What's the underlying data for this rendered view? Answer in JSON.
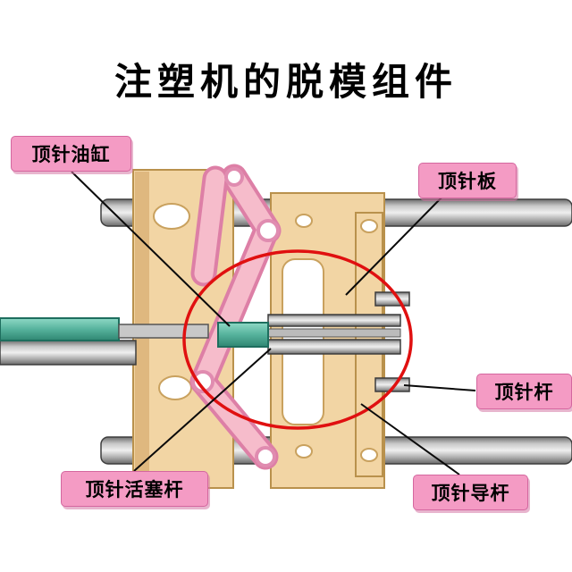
{
  "title": "注塑机的脱模组件",
  "labels": {
    "ejector_cylinder": "顶针油缸",
    "ejector_plate": "顶针板",
    "ejector_rod": "顶针杆",
    "ejector_piston_rod": "顶针活塞杆",
    "ejector_guide_rod": "顶针导杆"
  },
  "colors": {
    "background": "#ffffff",
    "label_bg": "#f49bc4",
    "label_border": "#d4679f",
    "highlight_ellipse": "#e01010",
    "platen_tan": "#f2d5a4",
    "toggle_pink": "#f6bccb",
    "cylinder_teal": "#55ab97",
    "tie_bar_gray": "#9c9c9c"
  }
}
